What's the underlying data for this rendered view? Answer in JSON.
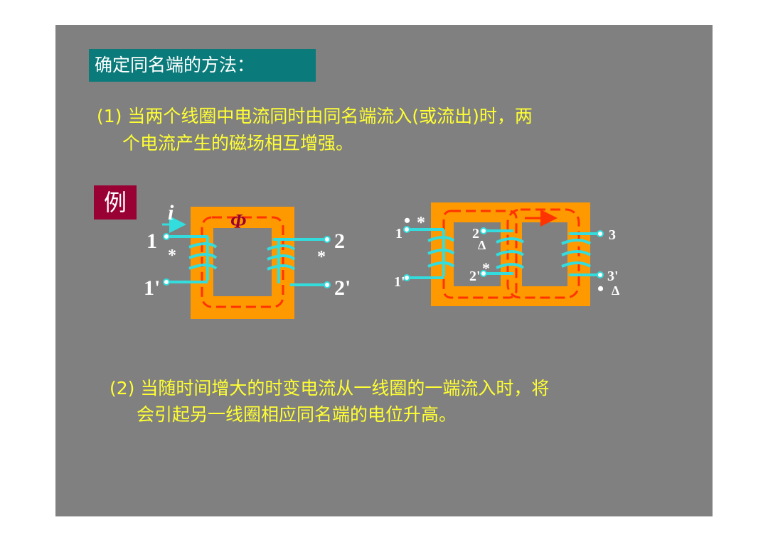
{
  "title": "确定同名端的方法：",
  "rule1": {
    "line1": "(1) 当两个线圈中电流同时由同名端流入(或流出)时，两",
    "line2": "个电流产生的磁场相互增强。"
  },
  "example_label": "例",
  "diagram1": {
    "current_label": "i",
    "flux_label": "Φ",
    "terminals": {
      "t1": "1",
      "t1p": "1'",
      "t2": "2",
      "t2p": "2'"
    },
    "mark_star": "*"
  },
  "diagram2": {
    "terminals": {
      "t1": "1",
      "t1p": "1'",
      "t2": "2",
      "t2p": "2'",
      "t3": "3",
      "t3p": "3'"
    },
    "mark_dot": "•",
    "mark_star": "*",
    "mark_triangle": "Δ"
  },
  "rule2": {
    "line1": "(2) 当随时间增大的时变电流从一线圈的一端流入时，将",
    "line2": "会引起另一线圈相应同名端的电位升高。"
  },
  "colors": {
    "core": "#ff9900",
    "coil": "#33dddd",
    "flux": "#ff3300",
    "title_bg": "#0a7a7a",
    "example_bg": "#990033",
    "text_yellow": "#ffff33"
  }
}
